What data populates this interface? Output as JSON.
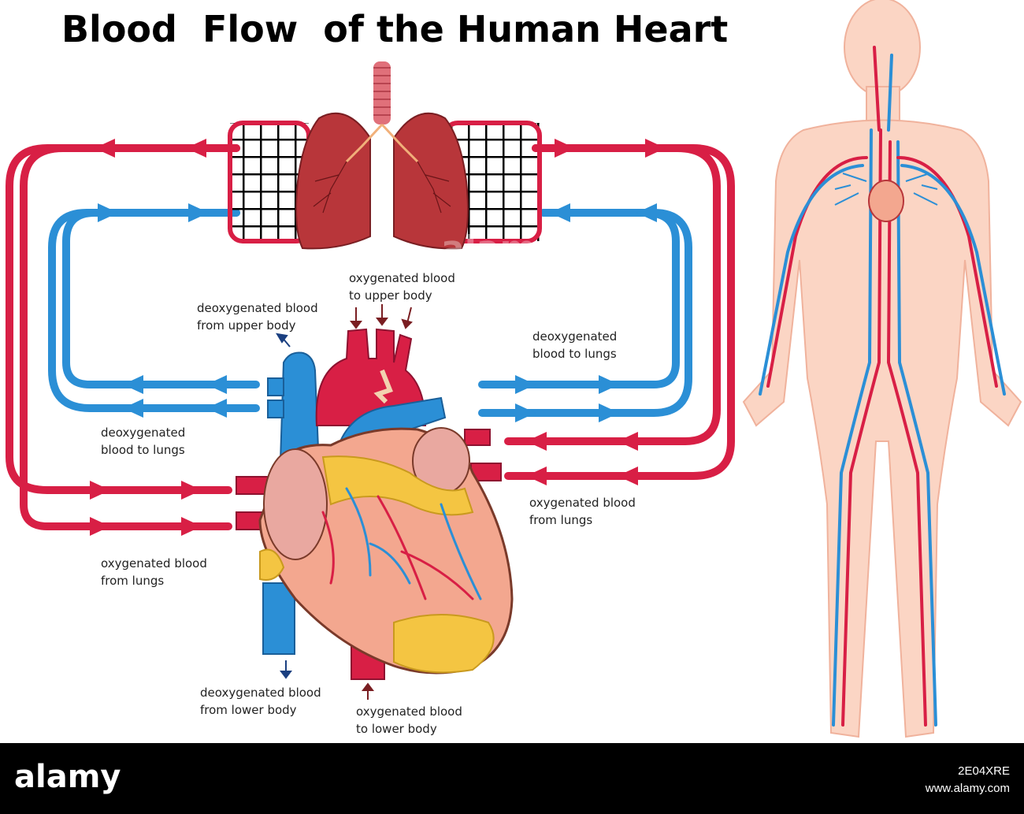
{
  "title": "Blood  Flow  of the Human Heart",
  "colors": {
    "oxygenated": "#d81f45",
    "deoxygenated": "#2b8fd6",
    "heart_muscle": "#f3a78f",
    "fat": "#f4c542",
    "lung": "#b8363a",
    "body": "#fbd5c4"
  },
  "labels": {
    "oxy_upper": [
      "oxygenated blood",
      "to upper body"
    ],
    "deoxy_upper": [
      "deoxygenated blood",
      "from upper body"
    ],
    "deoxy_lungs_right": [
      "deoxygenated",
      "blood to lungs"
    ],
    "deoxy_lungs_left": [
      "deoxygenated",
      "blood to lungs"
    ],
    "oxy_from_lungs_right": [
      "oxygenated blood",
      "from lungs"
    ],
    "oxy_from_lungs_left": [
      "oxygenated blood",
      "from lungs"
    ],
    "deoxy_lower": [
      "deoxygenated blood",
      "from lower body"
    ],
    "oxy_lower": [
      "oxygenated blood",
      "to lower body"
    ]
  },
  "icons": {
    "heart": "heart-illustration",
    "lungs": "lungs-illustration",
    "body": "human-body-circulation-illustration"
  },
  "watermark": {
    "logo": "alamy",
    "id_line1": "2E04XRE",
    "id_line2": "www.alamy.com",
    "center": "alamy"
  }
}
